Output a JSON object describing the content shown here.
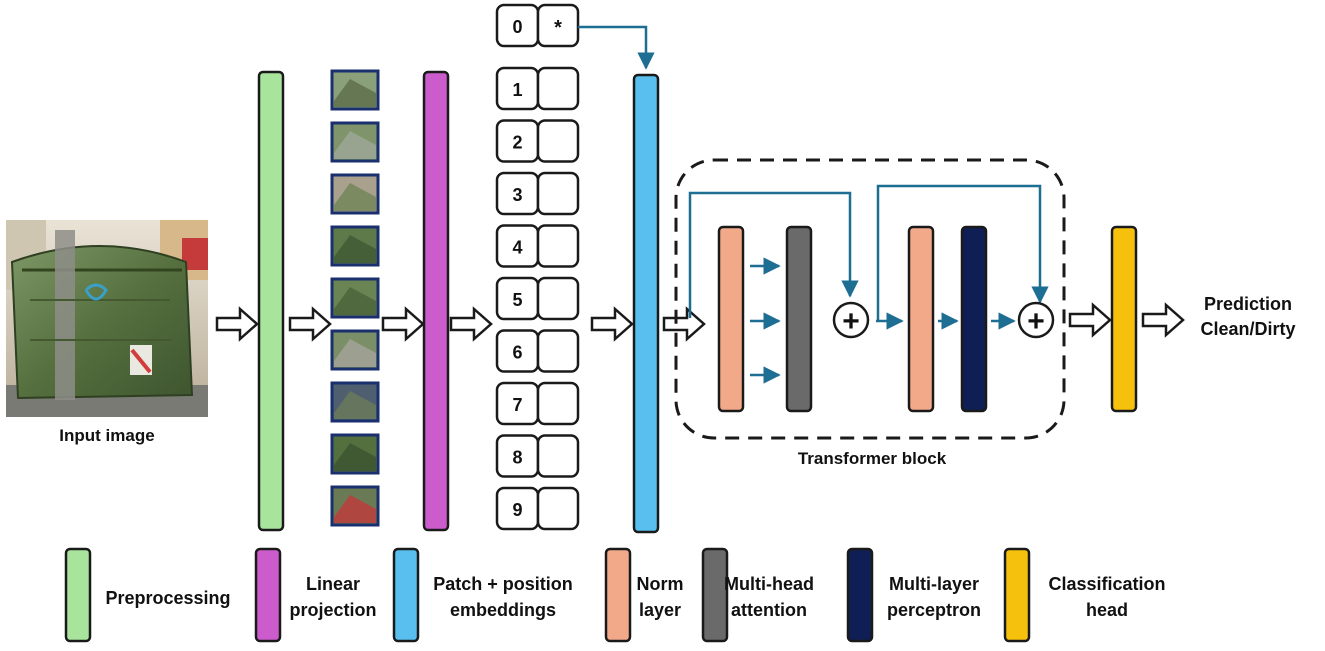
{
  "input_label": "Input image",
  "tokens": [
    "0",
    "1",
    "2",
    "3",
    "4",
    "5",
    "6",
    "7",
    "8",
    "9"
  ],
  "cls_mark": "*",
  "transformer_label": "Transformer block",
  "prediction": {
    "line1": "Prediction",
    "line2": "Clean/Dirty"
  },
  "plus_glyph": "+",
  "legend": [
    {
      "key": "preprocessing",
      "lines": [
        "Preprocessing"
      ],
      "color": "#a8e49c"
    },
    {
      "key": "linear-projection",
      "lines": [
        "Linear",
        "projection"
      ],
      "color": "#cc5ccc"
    },
    {
      "key": "patch-position-embeddings",
      "lines": [
        "Patch + position",
        "embeddings"
      ],
      "color": "#58bfef"
    },
    {
      "key": "norm-layer",
      "lines": [
        "Norm",
        "layer"
      ],
      "color": "#f2a98a"
    },
    {
      "key": "multi-head-attention",
      "lines": [
        "Multi-head",
        "attention"
      ],
      "color": "#6a6a6a"
    },
    {
      "key": "multi-layer-perceptron",
      "lines": [
        "Multi-layer",
        "perceptron"
      ],
      "color": "#0f1f55"
    },
    {
      "key": "classification-head",
      "lines": [
        "Classification",
        "head"
      ],
      "color": "#f6c10c"
    }
  ],
  "colors": {
    "outline": "#1a1a1a",
    "arrow": "#1e6e93",
    "patch_frame": "#1a2f6e",
    "photo_green": "#5f7a4a"
  },
  "icons": {
    "hollow_arrow": "hollow-right-arrow-icon",
    "plus": "circled-plus-icon"
  }
}
